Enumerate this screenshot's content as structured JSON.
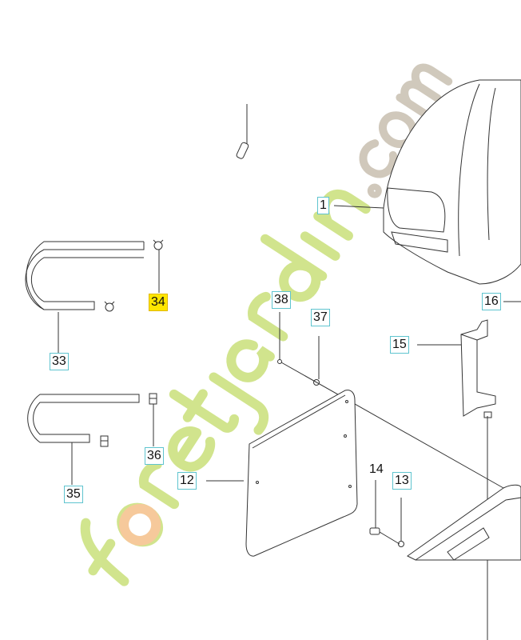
{
  "diagram": {
    "callouts": [
      {
        "id": "1",
        "label": "1"
      },
      {
        "id": "16",
        "label": "16"
      },
      {
        "id": "15",
        "label": "15"
      },
      {
        "id": "38",
        "label": "38"
      },
      {
        "id": "37",
        "label": "37"
      },
      {
        "id": "34",
        "label": "34",
        "highlighted": true
      },
      {
        "id": "33",
        "label": "33"
      },
      {
        "id": "36",
        "label": "36"
      },
      {
        "id": "35",
        "label": "35"
      },
      {
        "id": "12",
        "label": "12"
      },
      {
        "id": "14",
        "label": "14"
      },
      {
        "id": "13",
        "label": "13"
      }
    ],
    "colors": {
      "callout_border": "#5fc4cf",
      "highlight": "#ffe600",
      "line": "#333333"
    }
  },
  "watermark": {
    "text_main": "foretjardin",
    "text_suffix": ".com",
    "color_main": "#c9e07a",
    "color_accent": "#f5c08a",
    "color_suffix": "#c8bfb0"
  }
}
